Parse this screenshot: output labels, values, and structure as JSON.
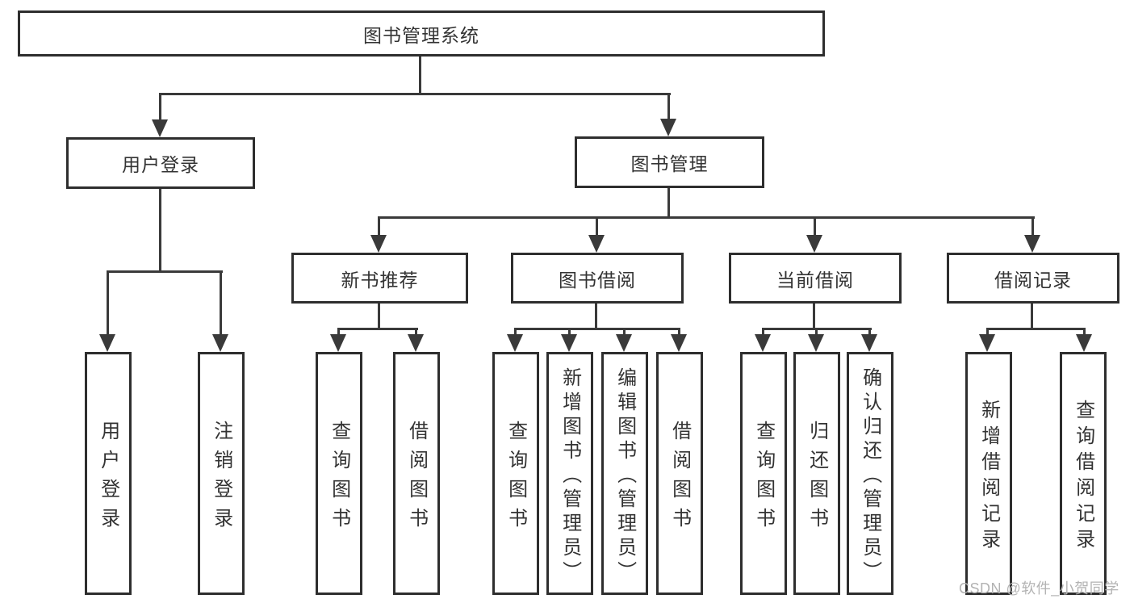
{
  "tree": {
    "root": {
      "label": "图书管理系统"
    },
    "branches": [
      {
        "label": "用户登录",
        "children": [
          {
            "label": "用户登录"
          },
          {
            "label": "注销登录"
          }
        ]
      },
      {
        "label": "图书管理",
        "children": [
          {
            "label": "新书推荐",
            "children": [
              {
                "label": "查询图书"
              },
              {
                "label": "借阅图书"
              }
            ]
          },
          {
            "label": "图书借阅",
            "children": [
              {
                "label": "查询图书"
              },
              {
                "label": "新增图书（管理员）"
              },
              {
                "label": "编辑图书（管理员）"
              },
              {
                "label": "借阅图书"
              }
            ]
          },
          {
            "label": "当前借阅",
            "children": [
              {
                "label": "查询图书"
              },
              {
                "label": "归还图书"
              },
              {
                "label": "确认归还（管理员）"
              }
            ]
          },
          {
            "label": "借阅记录",
            "children": [
              {
                "label": "新增借阅记录"
              },
              {
                "label": "查询借阅记录"
              }
            ]
          }
        ]
      }
    ]
  },
  "watermark": {
    "text": "CSDN @软件_小贺同学"
  },
  "colors": {
    "bg": "#ffffff",
    "border": "#2e2e2e",
    "line": "#3a3a3a",
    "text": "#333333",
    "wm": "#b3b3b3"
  }
}
